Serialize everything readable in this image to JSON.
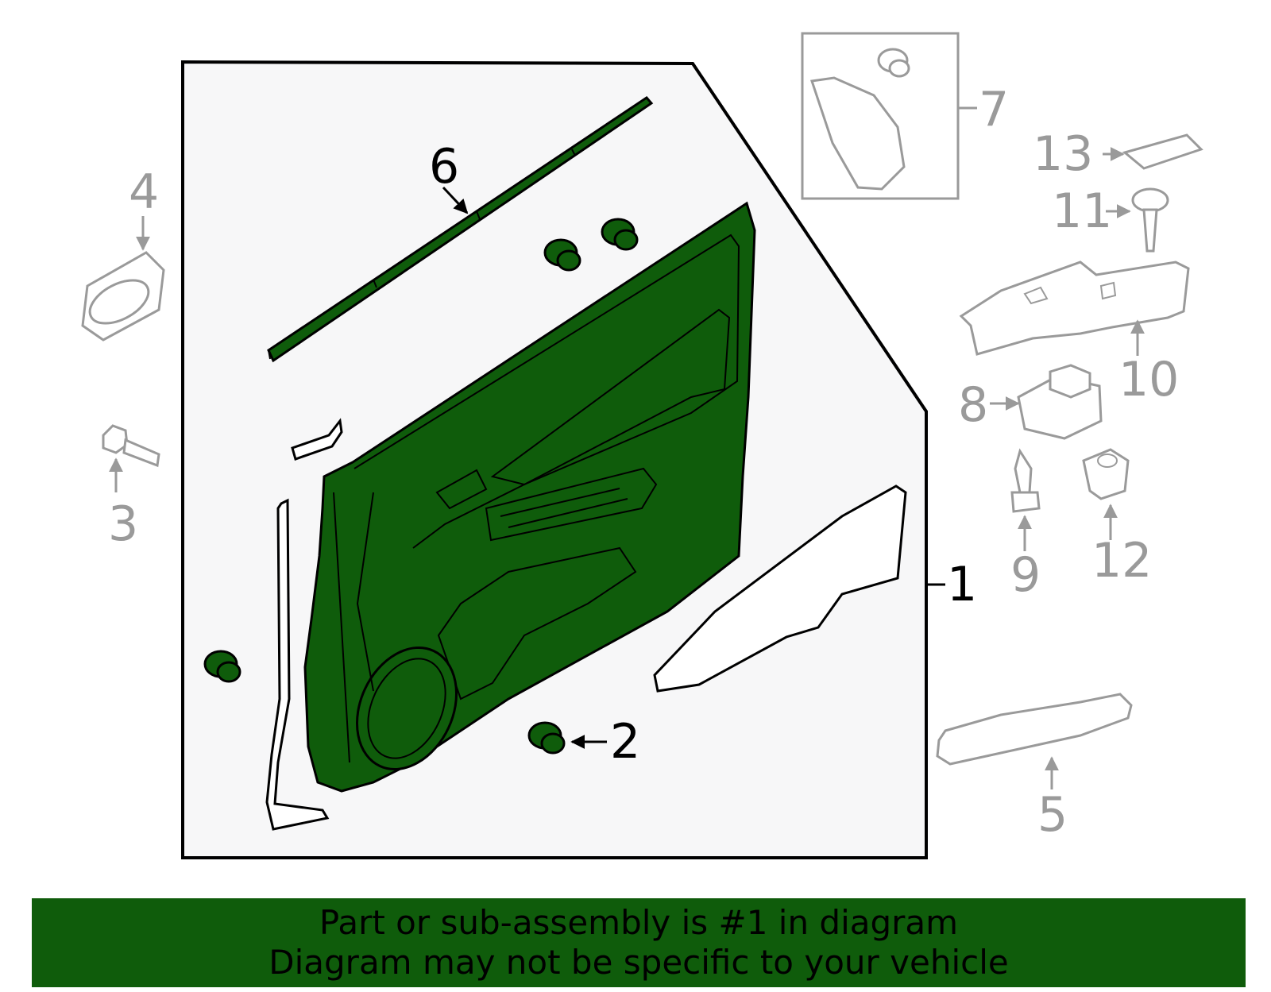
{
  "callouts": {
    "c1": "1",
    "c2": "2",
    "c3": "3",
    "c4": "4",
    "c5": "5",
    "c6": "6",
    "c7": "7",
    "c8": "8",
    "c9": "9",
    "c10": "10",
    "c11": "11",
    "c12": "12",
    "c13": "13"
  },
  "banner": {
    "line1": "Part or sub-assembly is #1 in diagram",
    "line2": "Diagram may not be specific to your vehicle"
  },
  "colors": {
    "highlight": "#0f5c0b",
    "outline": "#000000",
    "faded": "#9a9a9a",
    "panel_bg": "#f7f7f8"
  }
}
